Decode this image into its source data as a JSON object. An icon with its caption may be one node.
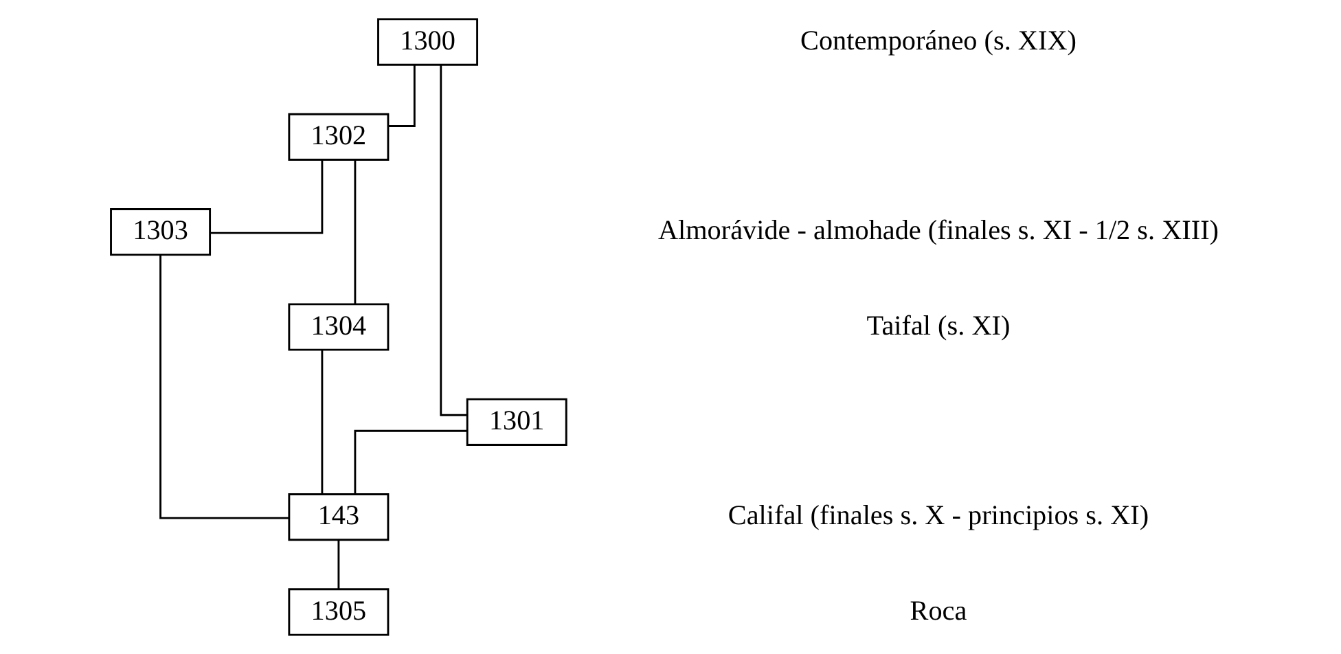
{
  "diagram": {
    "nodes": [
      {
        "text": [
          "1300"
        ]
      },
      {
        "text": [
          "1302"
        ]
      },
      {
        "text": [
          "1303"
        ]
      },
      {
        "text": [
          "1304"
        ]
      },
      {
        "text": [
          "1301"
        ]
      },
      {
        "text": [
          "143"
        ]
      },
      {
        "text": [
          "1305"
        ]
      }
    ],
    "edges": [
      {
        "from": 0,
        "to": 1,
        "arrow": "none"
      },
      {
        "from": 0,
        "to": 4,
        "arrow": "none"
      },
      {
        "from": 1,
        "to": 2,
        "arrow": "none"
      },
      {
        "from": 1,
        "to": 3,
        "arrow": "none"
      },
      {
        "from": 2,
        "to": 5,
        "arrow": "none"
      },
      {
        "from": 3,
        "to": 5,
        "arrow": "none"
      },
      {
        "from": 4,
        "to": 5,
        "arrow": "none"
      },
      {
        "from": 5,
        "to": 6,
        "arrow": "none"
      }
    ],
    "labels": [
      "Contemporáneo (s. XIX)",
      "Almorávide - almohade (finales s. XI - 1/2 s. XIII)",
      "Taifal (s. XI)",
      "Califal (finales s. X - principios s. XI)",
      "Roca"
    ]
  }
}
